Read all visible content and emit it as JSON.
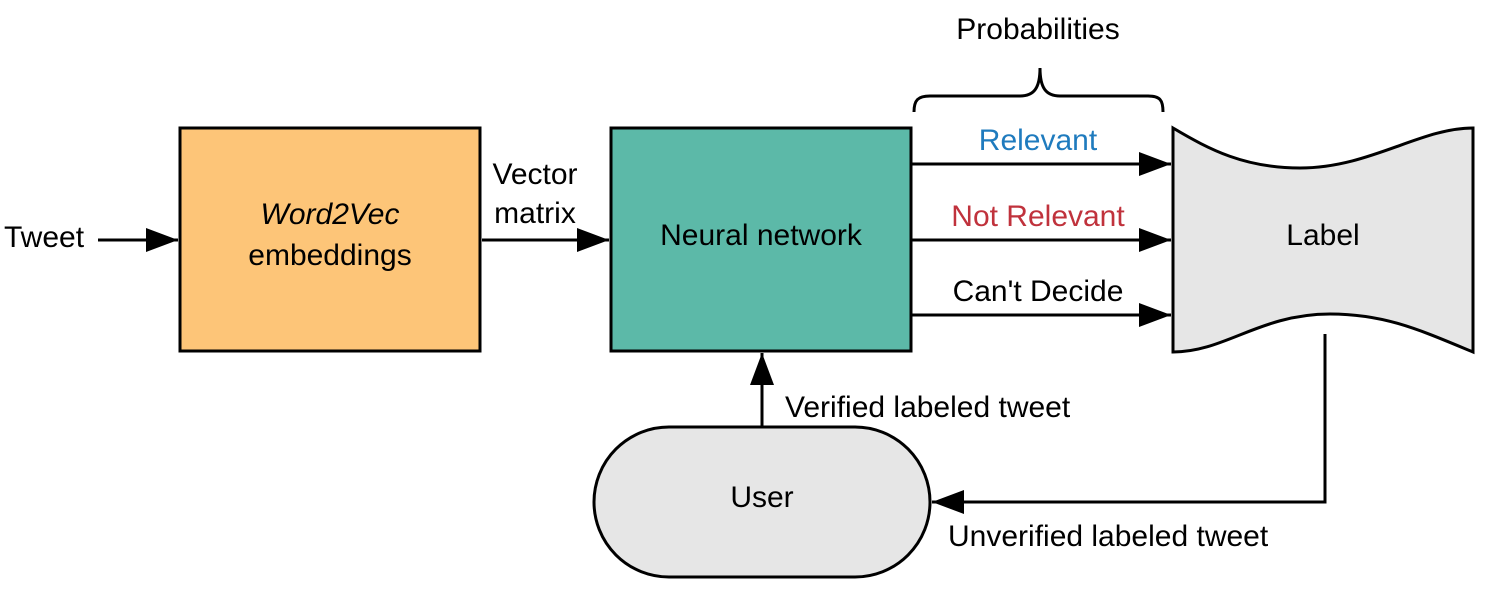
{
  "nodes": {
    "word2vec": {
      "line1": "Word2Vec",
      "line2": "embeddings"
    },
    "neural_network": {
      "label": "Neural network"
    },
    "label_doc": {
      "label": "Label"
    },
    "user": {
      "label": "User"
    }
  },
  "edges": {
    "tweet": "Tweet",
    "vector_matrix_1": "Vector",
    "vector_matrix_2": "matrix",
    "relevant": "Relevant",
    "not_relevant": "Not Relevant",
    "cant_decide": "Can't Decide",
    "verified": "Verified labeled tweet",
    "unverified": "Unverified labeled tweet"
  },
  "annotations": {
    "probabilities": "Probabilities"
  },
  "colors": {
    "word2vec_fill": "#FDC578",
    "neural_fill": "#5CB9A8",
    "gray_fill": "#E6E6E6",
    "relevant_text": "#1F7BBE",
    "not_relevant_text": "#C0323C",
    "stroke": "#000000"
  }
}
